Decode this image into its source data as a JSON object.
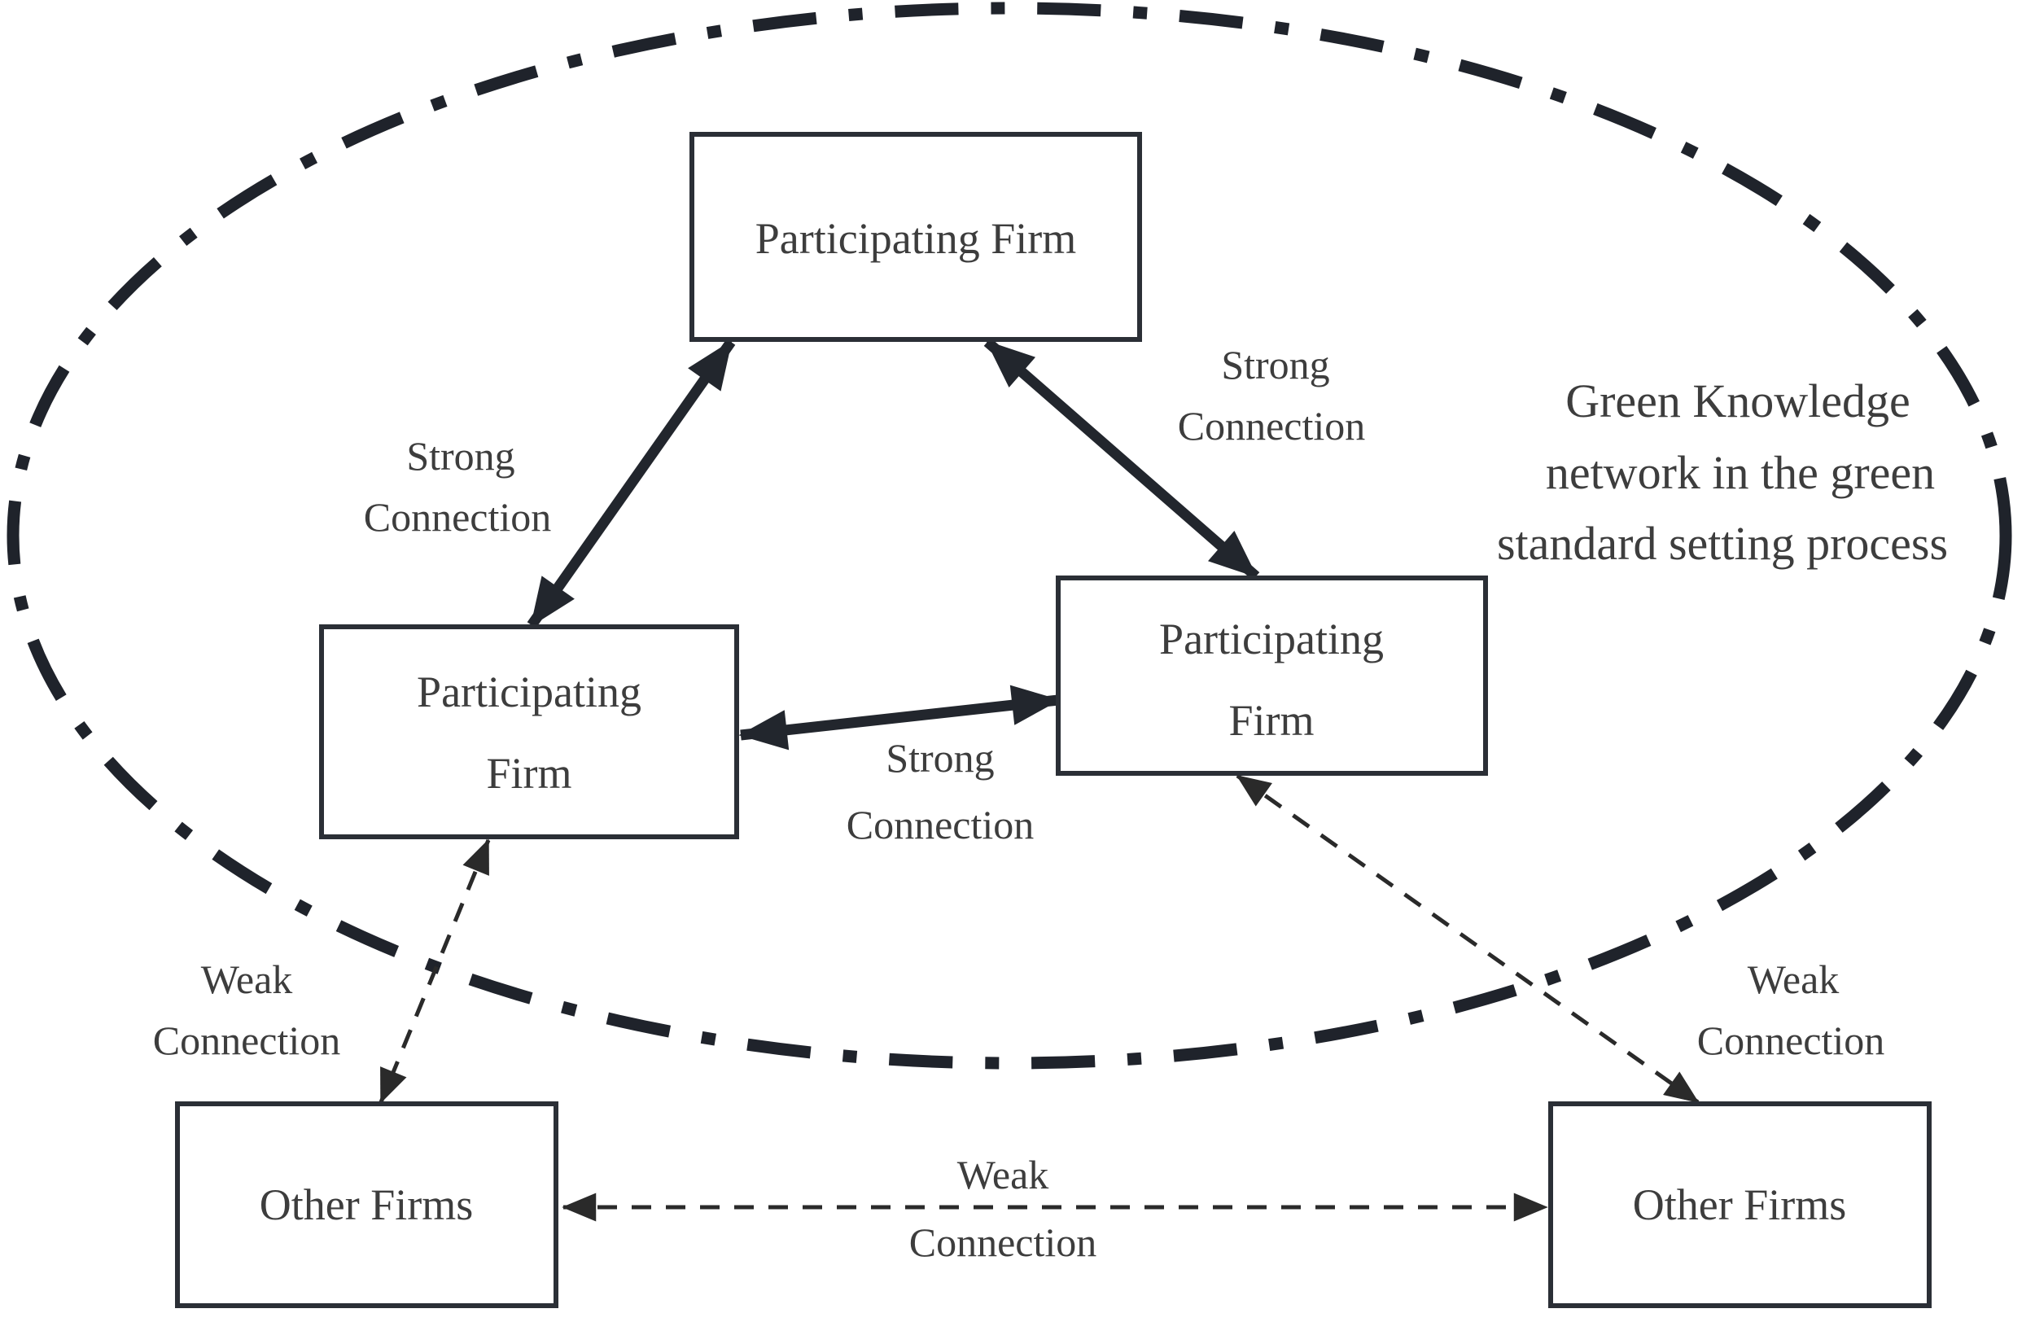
{
  "diagram": {
    "background_color": "#ffffff",
    "ink_color": "#22262d",
    "text_color": "#3d3d3d",
    "boundary": {
      "shape": "dash-dot-ellipse",
      "label_line1": "Green Knowledge",
      "label_line2": "network in the green",
      "label_line3": "standard setting process"
    },
    "nodes": {
      "top_participating_firm": {
        "label": "Participating Firm"
      },
      "left_participating_firm": {
        "line1": "Participating",
        "line2": "Firm"
      },
      "right_participating_firm": {
        "line1": "Participating",
        "line2": "Firm"
      },
      "bottom_left_other_firms": {
        "label": "Other Firms"
      },
      "bottom_right_other_firms": {
        "label": "Other Firms"
      }
    },
    "edge_labels": {
      "strong_line1": "Strong",
      "strong_line2": "Connection",
      "weak_line1": "Weak",
      "weak_line2": "Connection"
    },
    "edges": [
      {
        "from": "top_participating_firm",
        "to": "left_participating_firm",
        "type": "strong",
        "label": "Strong Connection"
      },
      {
        "from": "top_participating_firm",
        "to": "right_participating_firm",
        "type": "strong",
        "label": "Strong Connection"
      },
      {
        "from": "left_participating_firm",
        "to": "right_participating_firm",
        "type": "strong",
        "label": "Strong Connection"
      },
      {
        "from": "left_participating_firm",
        "to": "bottom_left_other_firms",
        "type": "weak",
        "label": "Weak Connection"
      },
      {
        "from": "right_participating_firm",
        "to": "bottom_right_other_firms",
        "type": "weak",
        "label": "Weak Connection"
      },
      {
        "from": "bottom_left_other_firms",
        "to": "bottom_right_other_firms",
        "type": "weak",
        "label": "Weak Connection"
      }
    ]
  }
}
